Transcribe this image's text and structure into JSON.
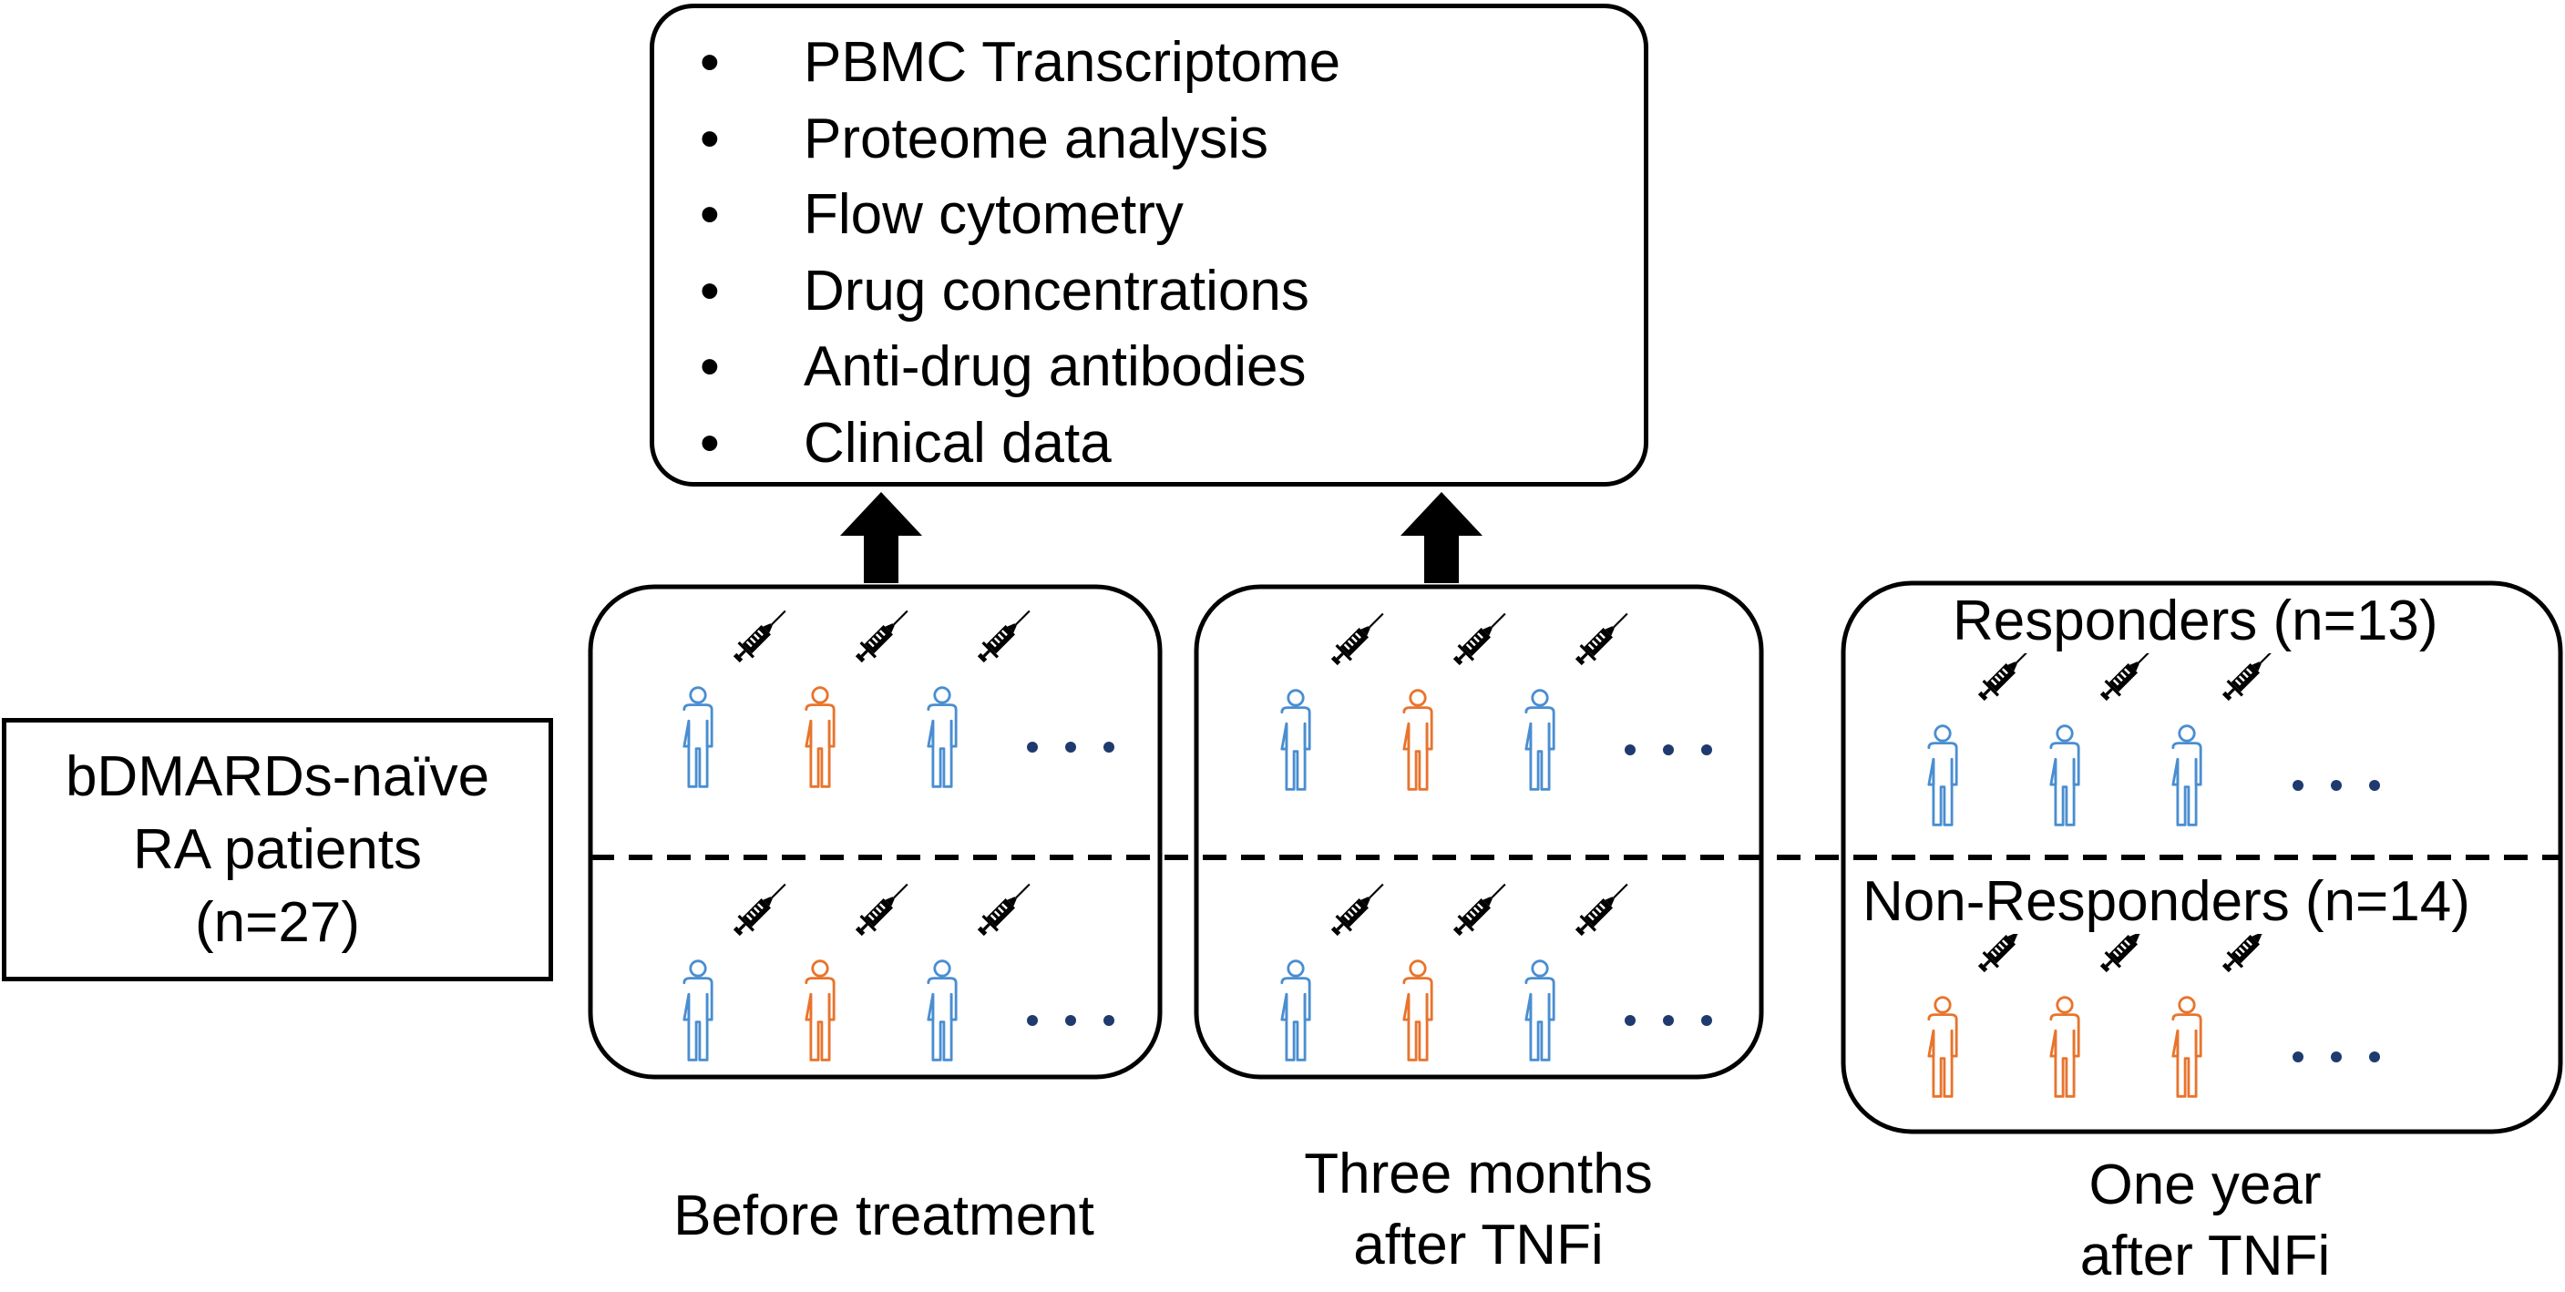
{
  "methods": {
    "items": [
      "PBMC Transcriptome",
      "Proteome analysis",
      "Flow cytometry",
      "Drug concentrations",
      "Anti-drug antibodies",
      "Clinical data"
    ],
    "bullet": "•"
  },
  "cohort": {
    "lines": [
      "bDMARDs-naïve",
      "RA patients",
      "(n=27)"
    ]
  },
  "timepoints": [
    {
      "lines": [
        "Before treatment"
      ]
    },
    {
      "lines": [
        "Three months",
        "after TNFi"
      ]
    },
    {
      "lines": [
        "One year",
        "after TNFi"
      ]
    }
  ],
  "groups": {
    "responders_label": "Responders (n=13)",
    "non_responders_label": "Non-Responders (n=14)"
  },
  "colors": {
    "line": "#000000",
    "blue_person": "#4a8ed1",
    "orange_person": "#e8742c",
    "dots": "#1f3a6e"
  },
  "icons": [
    "person-icon",
    "syringe-icon",
    "arrow-up-icon",
    "ellipsis-icon"
  ]
}
